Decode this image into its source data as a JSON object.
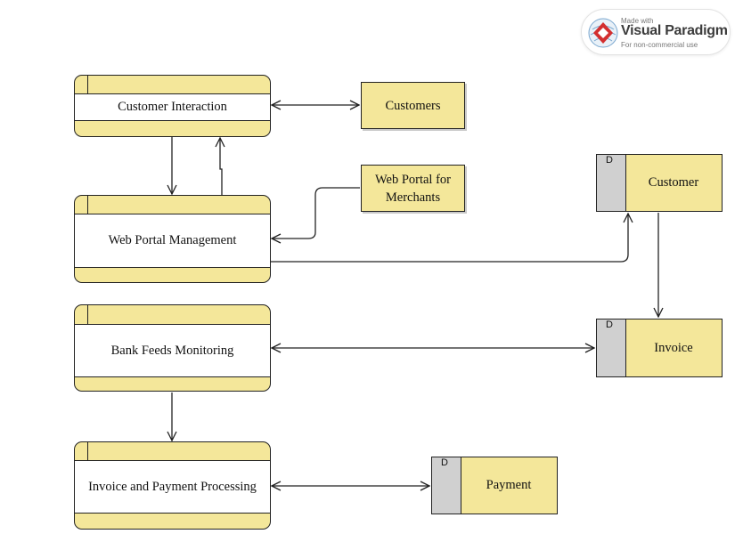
{
  "watermark": {
    "made_with": "Made with",
    "brand": "Visual Paradigm",
    "note": "For non-commercial use"
  },
  "processes": [
    {
      "id": "customer_interaction",
      "label": "Customer Interaction"
    },
    {
      "id": "web_portal_management",
      "label": "Web Portal Management"
    },
    {
      "id": "bank_feeds_monitoring",
      "label": "Bank Feeds Monitoring"
    },
    {
      "id": "invoice_payment_processing",
      "label": "Invoice and Payment Processing"
    }
  ],
  "external_entities": [
    {
      "id": "customers",
      "label": "Customers"
    },
    {
      "id": "web_portal_merchants",
      "label_line1": "Web Portal for",
      "label_line2": "Merchants"
    }
  ],
  "data_stores": [
    {
      "id": "customer",
      "tag": "D",
      "label": "Customer"
    },
    {
      "id": "invoice",
      "tag": "D",
      "label": "Invoice"
    },
    {
      "id": "payment",
      "tag": "D",
      "label": "Payment"
    }
  ],
  "colors": {
    "fill": "#f4e79a",
    "store_tag": "#d0d0d0",
    "stroke": "#222222"
  }
}
